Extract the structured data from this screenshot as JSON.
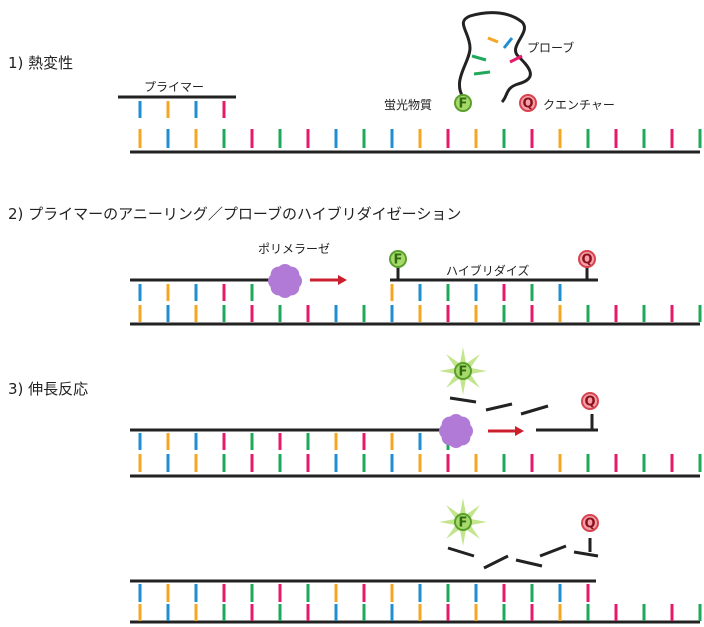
{
  "steps": {
    "step1": "1) 熱変性",
    "step2": "2) プライマーのアニーリング／プローブのハイブリダイゼーション",
    "step3": "3) 伸長反応"
  },
  "labels": {
    "primer": "プライマー",
    "probe": "プローブ",
    "fluorophore": "蛍光物質",
    "quencher": "クエンチャー",
    "polymerase": "ポリメラーゼ",
    "hybridize": "ハイブリダイズ"
  },
  "markers": {
    "fluorophore_letter": "F",
    "quencher_letter": "Q"
  },
  "colors": {
    "strand": "#222222",
    "base_orange": "#f5a623",
    "base_blue": "#1f8fd1",
    "base_green": "#1ea85a",
    "base_pink": "#e8196b",
    "fluorophore_fill": "#a6d96a",
    "fluorophore_ring": "#5aa02c",
    "quencher_fill": "#f3a0a8",
    "quencher_ring": "#d9434f",
    "polymerase": "#b07ad6",
    "arrow": "#cc1f2d",
    "glow": "#b8e07a"
  },
  "template_bases": [
    "orange",
    "blue",
    "orange",
    "green",
    "pink",
    "green",
    "pink",
    "blue",
    "green",
    "blue",
    "orange",
    "pink",
    "orange",
    "green",
    "pink",
    "orange",
    "green",
    "pink",
    "green",
    "pink",
    "green",
    "blue"
  ]
}
